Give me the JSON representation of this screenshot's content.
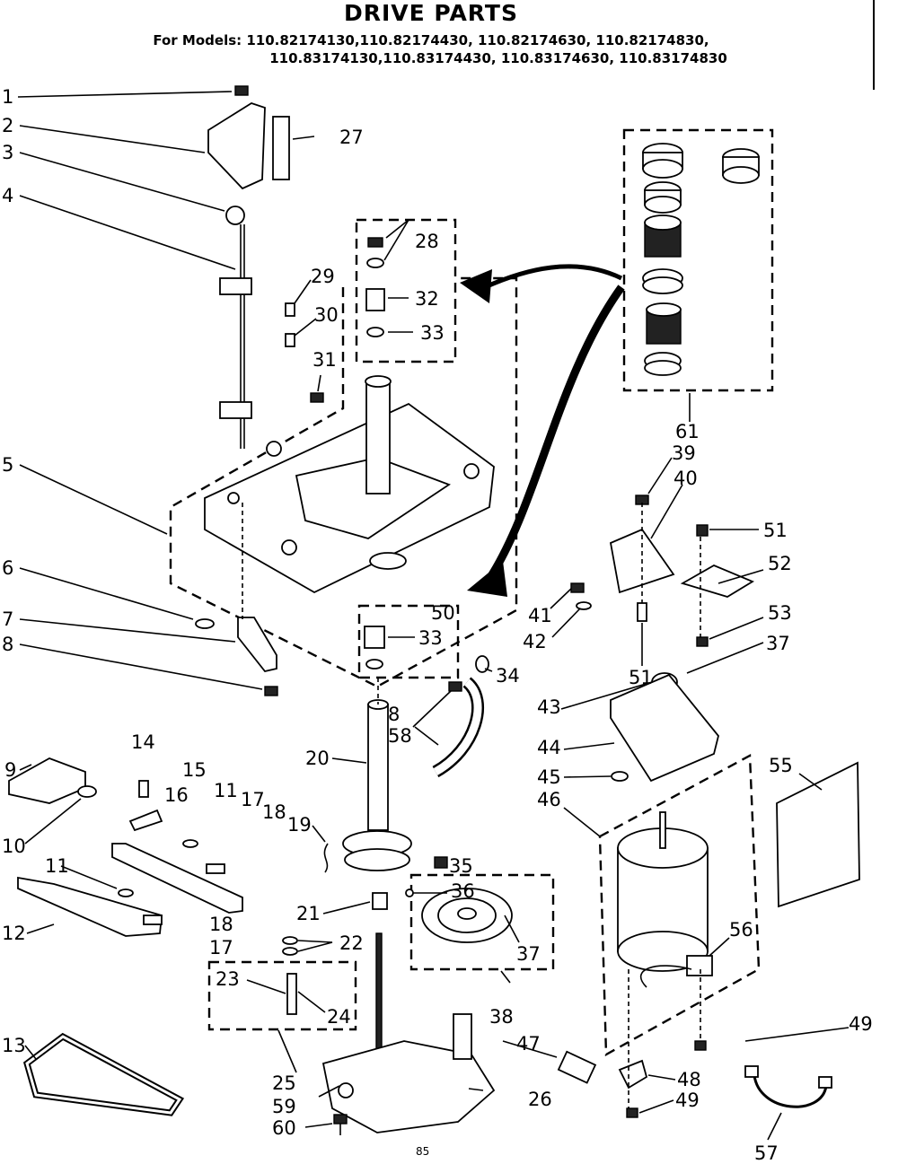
{
  "header": {
    "title": "DRIVE PARTS",
    "models_line_1": "For Models: 110.82174130,110.82174430, 110.82174630, 110.82174830,",
    "models_line_2": "110.83174130,110.83174430, 110.83174630, 110.83174830"
  },
  "page_number": "85",
  "callouts": [
    {
      "id": "c1",
      "text": "1"
    },
    {
      "id": "c2",
      "text": "2"
    },
    {
      "id": "c3",
      "text": "3"
    },
    {
      "id": "c4",
      "text": "4"
    },
    {
      "id": "c5",
      "text": "5"
    },
    {
      "id": "c6",
      "text": "6"
    },
    {
      "id": "c7",
      "text": "7"
    },
    {
      "id": "c8a",
      "text": "8"
    },
    {
      "id": "c8b",
      "text": "8"
    },
    {
      "id": "c9",
      "text": "9"
    },
    {
      "id": "c10",
      "text": "10"
    },
    {
      "id": "c11a",
      "text": "11"
    },
    {
      "id": "c11b",
      "text": "11"
    },
    {
      "id": "c12",
      "text": "12"
    },
    {
      "id": "c13",
      "text": "13"
    },
    {
      "id": "c14",
      "text": "14"
    },
    {
      "id": "c15",
      "text": "15"
    },
    {
      "id": "c16",
      "text": "16"
    },
    {
      "id": "c17a",
      "text": "17"
    },
    {
      "id": "c17b",
      "text": "17"
    },
    {
      "id": "c18a",
      "text": "18"
    },
    {
      "id": "c18b",
      "text": "18"
    },
    {
      "id": "c19",
      "text": "19"
    },
    {
      "id": "c20",
      "text": "20"
    },
    {
      "id": "c21",
      "text": "21"
    },
    {
      "id": "c22",
      "text": "22"
    },
    {
      "id": "c23",
      "text": "23"
    },
    {
      "id": "c24",
      "text": "24"
    },
    {
      "id": "c25",
      "text": "25"
    },
    {
      "id": "c26",
      "text": "26"
    },
    {
      "id": "c27",
      "text": "27"
    },
    {
      "id": "c28",
      "text": "28"
    },
    {
      "id": "c29",
      "text": "29"
    },
    {
      "id": "c30",
      "text": "30"
    },
    {
      "id": "c31",
      "text": "31"
    },
    {
      "id": "c32",
      "text": "32"
    },
    {
      "id": "c33a",
      "text": "33"
    },
    {
      "id": "c33b",
      "text": "33"
    },
    {
      "id": "c34",
      "text": "34"
    },
    {
      "id": "c35",
      "text": "35"
    },
    {
      "id": "c36",
      "text": "36"
    },
    {
      "id": "c37a",
      "text": "37"
    },
    {
      "id": "c37b",
      "text": "37"
    },
    {
      "id": "c38",
      "text": "38"
    },
    {
      "id": "c39",
      "text": "39"
    },
    {
      "id": "c40",
      "text": "40"
    },
    {
      "id": "c41",
      "text": "41"
    },
    {
      "id": "c42",
      "text": "42"
    },
    {
      "id": "c43",
      "text": "43"
    },
    {
      "id": "c44",
      "text": "44"
    },
    {
      "id": "c45",
      "text": "45"
    },
    {
      "id": "c46",
      "text": "46"
    },
    {
      "id": "c47",
      "text": "47"
    },
    {
      "id": "c48",
      "text": "48"
    },
    {
      "id": "c49a",
      "text": "49"
    },
    {
      "id": "c49b",
      "text": "49"
    },
    {
      "id": "c50",
      "text": "50"
    },
    {
      "id": "c51a",
      "text": "51"
    },
    {
      "id": "c51b",
      "text": "51"
    },
    {
      "id": "c52",
      "text": "52"
    },
    {
      "id": "c53",
      "text": "53"
    },
    {
      "id": "c55",
      "text": "55"
    },
    {
      "id": "c56",
      "text": "56"
    },
    {
      "id": "c57",
      "text": "57"
    },
    {
      "id": "c58",
      "text": "58"
    },
    {
      "id": "c59",
      "text": "59"
    },
    {
      "id": "c60",
      "text": "60"
    },
    {
      "id": "c61",
      "text": "61"
    }
  ]
}
